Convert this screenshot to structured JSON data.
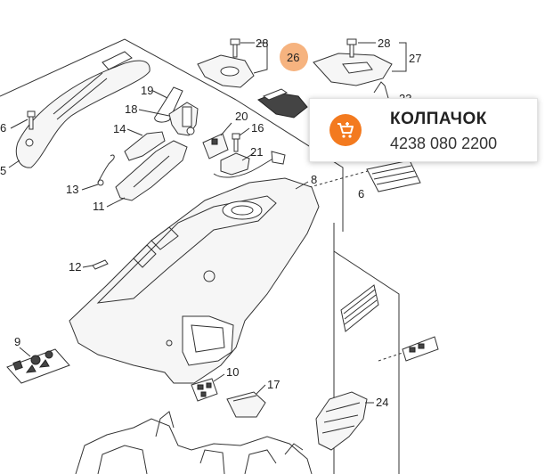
{
  "popup": {
    "name": "КОЛПАЧОК",
    "number": "4238 080 2200",
    "cart_icon": "add-to-cart-icon",
    "accent": "#f37a1f"
  },
  "labels": {
    "p28a": "28",
    "p26": "26",
    "p28b": "28",
    "p27": "27",
    "p23": "23",
    "p6a": "6",
    "p5": "5",
    "p19": "19",
    "p18": "18",
    "p20": "20",
    "p16": "16",
    "p14": "14",
    "p21": "21",
    "p13": "13",
    "p11": "11",
    "p8": "8",
    "p6b": "6",
    "p12": "12",
    "p9": "9",
    "p10": "10",
    "p17": "17",
    "p24": "24"
  },
  "highlight_color": "#f6b37f"
}
